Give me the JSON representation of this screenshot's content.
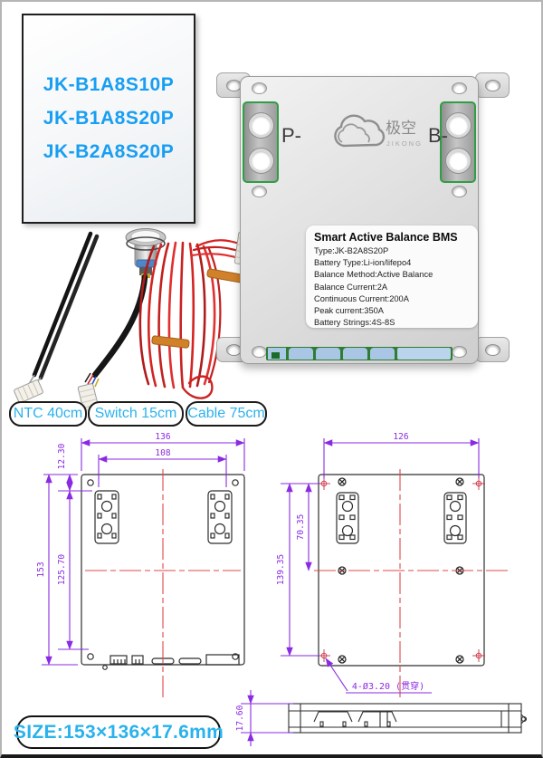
{
  "models_box": {
    "lines": [
      "JK-B1A8S10P",
      "JK-B1A8S20P",
      "JK-B2A8S20P"
    ]
  },
  "bms": {
    "terminal_neg_label": "P-",
    "terminal_pos_label": "B-",
    "logo": {
      "cn": "极空",
      "en": "JIKONG"
    },
    "label": {
      "title": "Smart Active Balance BMS",
      "specs": [
        "Type:JK-B2A8S20P",
        "Battery Type:Li-ion/lifepo4",
        "Balance Method:Active Balance",
        "Balance Current:2A",
        "Continuous Current:200A",
        "Peak current:350A",
        "Battery Strings:4S-8S"
      ]
    }
  },
  "accessories": {
    "ntc_label": "NTC 40cm",
    "switch_label": "Switch 15cm",
    "cable_label": "Cable 75cm"
  },
  "drawings": {
    "front_view": {
      "dim_width_outer": "136",
      "dim_width_inner": "108",
      "dim_edge_offset": "12.30",
      "dim_height_outer": "153",
      "dim_height_inner": "125.70"
    },
    "back_view": {
      "dim_width": "126",
      "dim_hole_to_center": "70.35",
      "dim_hole_span": "139.35",
      "hole_callout": "4-Ø3.20 (贯穿)"
    },
    "side_view": {
      "dim_thickness": "17.60"
    }
  },
  "size_badge": {
    "text": "SIZE:153×136×17.6mm"
  },
  "colors": {
    "accent_blue": "#189ef2",
    "pill_blue": "#2bb2ec",
    "dimension_purple": "#8a2be2",
    "centerline_red": "#e04848",
    "terminal_green": "#2f9e44"
  }
}
